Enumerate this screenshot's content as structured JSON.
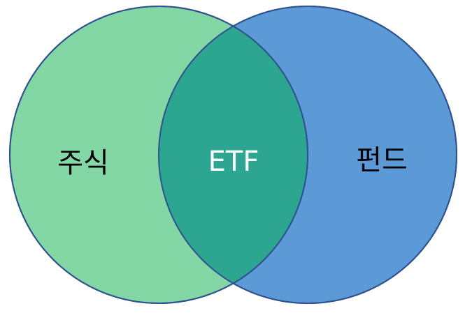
{
  "diagram": {
    "type": "venn",
    "sets": [
      {
        "id": "left",
        "label": "주식",
        "fill": "#82d7a5",
        "label_color": "#000000"
      },
      {
        "id": "right",
        "label": "펀드",
        "fill": "#5b9ad6",
        "label_color": "#000000"
      }
    ],
    "intersection": {
      "label": "ETF",
      "fill": "#2ca591",
      "label_color": "#ffffff"
    },
    "stroke": "#2f528f"
  }
}
